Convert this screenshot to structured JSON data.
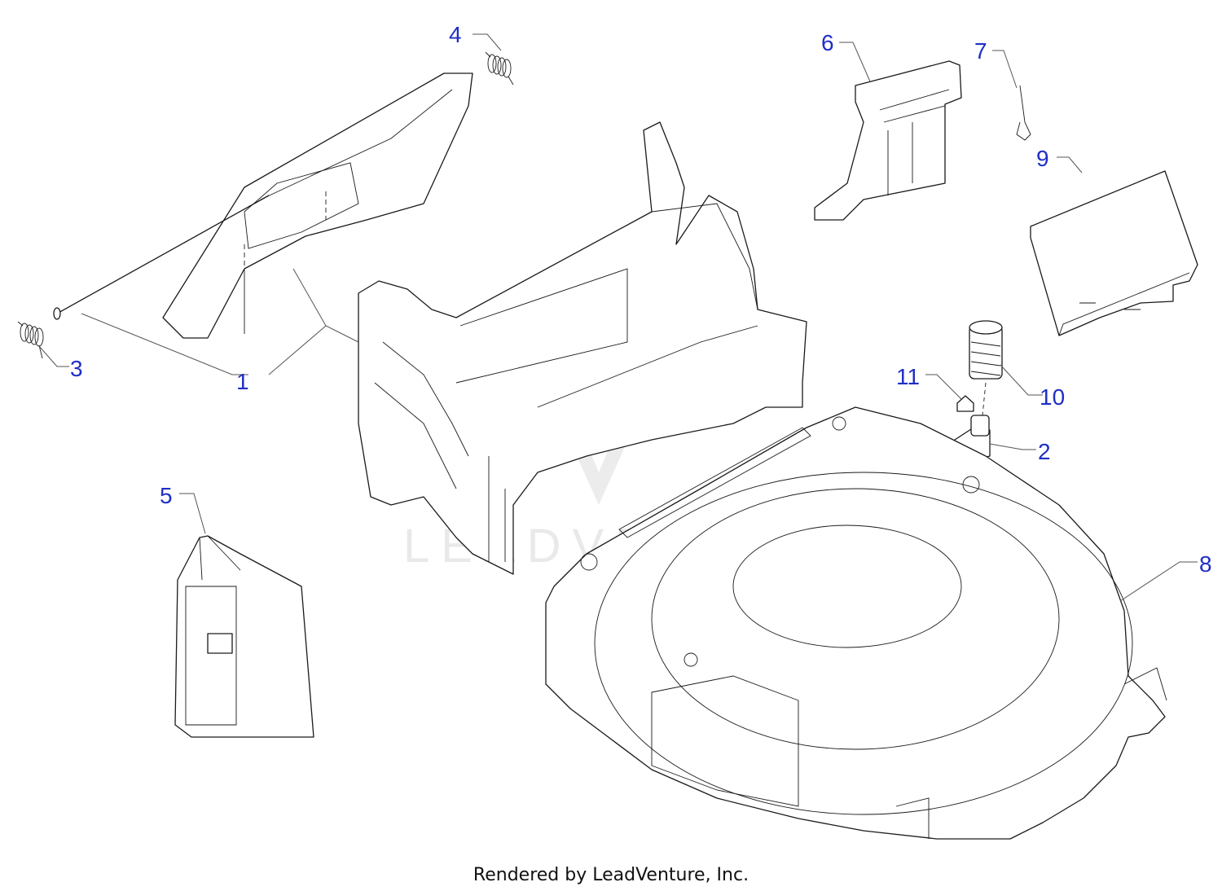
{
  "diagram": {
    "callouts": [
      "1",
      "2",
      "3",
      "4",
      "5",
      "6",
      "7",
      "8",
      "9",
      "10",
      "11"
    ],
    "watermark": "LEADVENTURE",
    "footer": "Rendered by LeadVenture, Inc."
  },
  "colors": {
    "callout": "#1f2fc4",
    "line": "#1a1a1a",
    "watermark": "#e9e9e9"
  }
}
